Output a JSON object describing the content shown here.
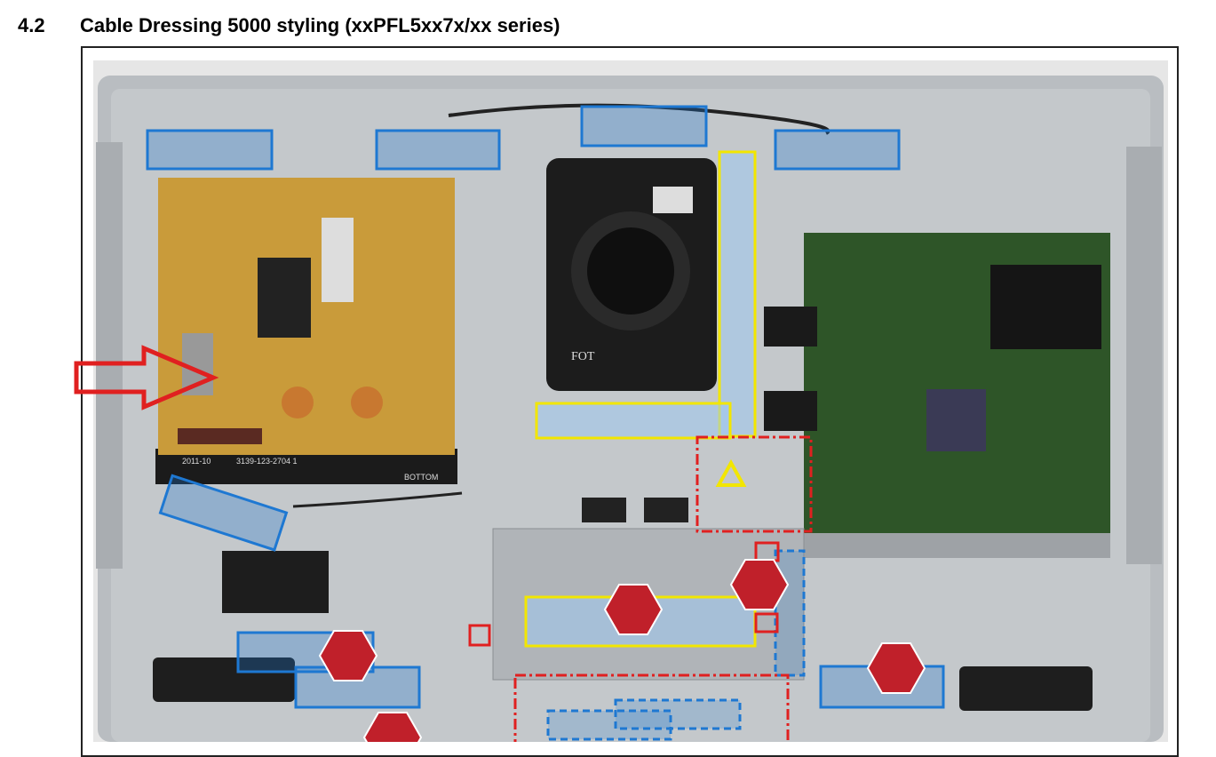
{
  "section": {
    "number": "4.2",
    "title": "Cable Dressing 5000 styling (xxPFL5xx7x/xx series)"
  },
  "figure": {
    "photo_labels": {
      "speaker_mark": "FOT",
      "board_date": "2011-10",
      "board_code": "3139-123-2704 1",
      "board_side": "BOTTOM"
    },
    "colors": {
      "tape_blue": "#1e78d2",
      "tape_yellow": "#f2e600",
      "marker_red": "#c0202a",
      "arrow_red": "#e02020"
    }
  }
}
